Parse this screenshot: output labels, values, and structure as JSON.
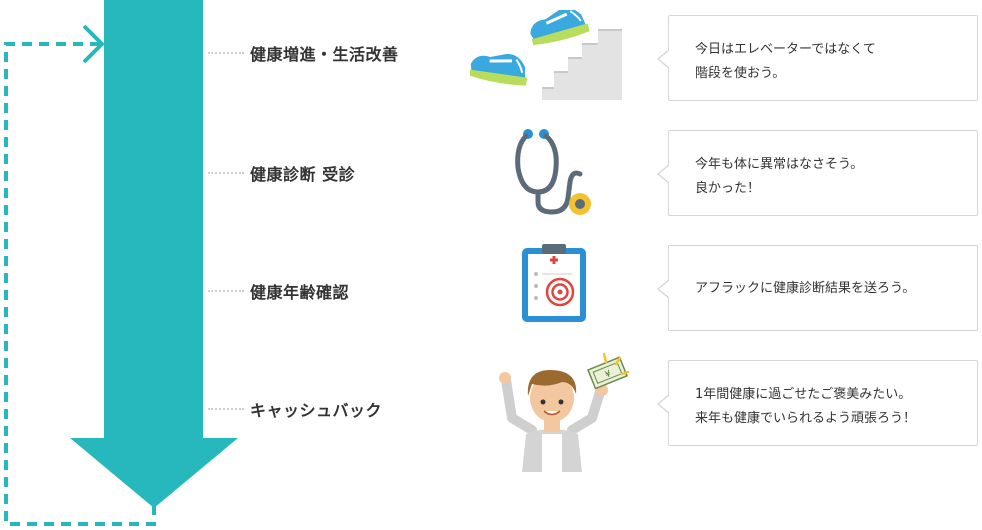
{
  "colors": {
    "flow_arrow": "#27b8be",
    "loop_dash": "#27b8be",
    "dots": "#cfcfcf",
    "bubble_border": "#d6d6d6",
    "text": "#333333"
  },
  "steps": [
    {
      "label": "健康増進・生活改善",
      "icon": "sneakers-stairs-icon",
      "comment": [
        "今日はエレベーターではなくて",
        "階段を使おう。"
      ]
    },
    {
      "label": "健康診断 受診",
      "icon": "stethoscope-icon",
      "comment": [
        "今年も体に異常はなさそう。",
        "良かった！"
      ]
    },
    {
      "label": "健康年齢確認",
      "icon": "clipboard-target-icon",
      "comment": [
        "アフラックに健康診断結果を送ろう。"
      ]
    },
    {
      "label": "キャッシュバック",
      "icon": "happy-man-cash-icon",
      "comment": [
        "1年間健康に過ごせたご褒美みたい。",
        "来年も健康でいられるよう頑張ろう！"
      ],
      "cash_symbol": "¥"
    }
  ]
}
